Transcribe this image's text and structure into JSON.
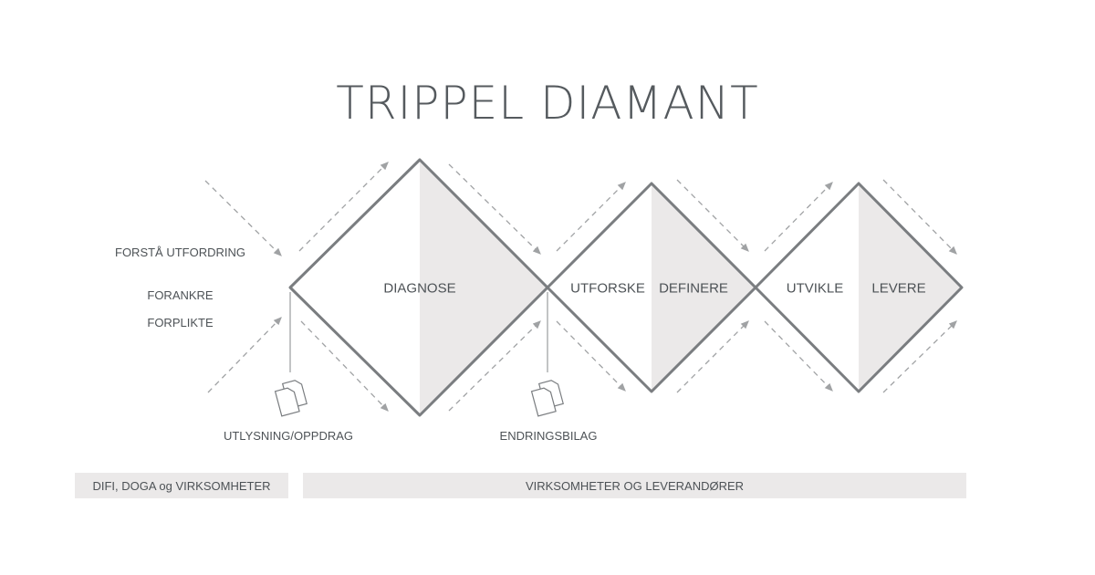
{
  "title": "TRIPPEL DIAMANT",
  "left_labels": [
    "FORSTÅ UTFORDRING",
    "FORANKRE",
    "FORPLIKTE"
  ],
  "diamonds": [
    {
      "labels": [
        "DIAGNOSE"
      ]
    },
    {
      "labels": [
        "UTFORSKE",
        "DEFINERE"
      ]
    },
    {
      "labels": [
        "UTVIKLE",
        "LEVERE"
      ]
    }
  ],
  "documents": [
    {
      "icon": "documents-icon",
      "label": "UTLYSNING/OPPDRAG"
    },
    {
      "icon": "documents-icon",
      "label": "ENDRINGSBILAG"
    }
  ],
  "bars": [
    "DIFI, DOGA og VIRKSOMHETER",
    "VIRKSOMHETER OG LEVERANDØRER"
  ],
  "colors": {
    "stroke": "#7a7d80",
    "fill": "#ebe9e9",
    "text": "#4d5256",
    "arrow": "#a0a2a4"
  }
}
